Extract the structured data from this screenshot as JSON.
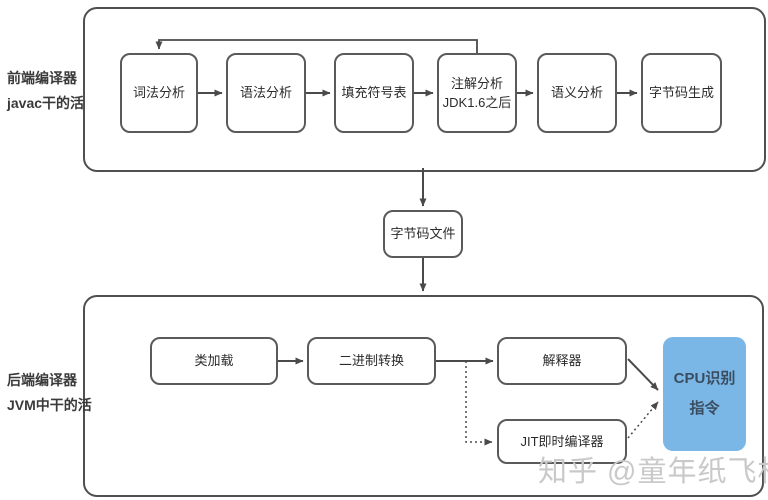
{
  "diagram": {
    "frontend": {
      "label_line1": "前端编译器",
      "label_line2": "javac干的活",
      "steps": [
        "词法分析",
        "语法分析",
        "填充符号表",
        "注解分析\nJDK1.6之后",
        "语义分析",
        "字节码生成"
      ]
    },
    "bytecode_file_label": "字节码文件",
    "backend": {
      "label_line1": "后端编译器",
      "label_line2": "JVM中干的活",
      "class_loading": "类加载",
      "binary_conversion": "二进制转换",
      "interpreter": "解释器",
      "jit_compiler": "JIT即时编译器",
      "cpu_line1": "CPU识别",
      "cpu_line2": "指令"
    },
    "watermark": "知乎 @童年纸飞机",
    "colors": {
      "box_border": "#5a5a5a",
      "frame_border": "#4f4f4f",
      "arrow": "#4a4a4a",
      "cpu_fill": "#7bb7e6",
      "cpu_text": "#3a4d60",
      "watermark": "#c9c9c9",
      "text": "#2b2b2b"
    }
  }
}
